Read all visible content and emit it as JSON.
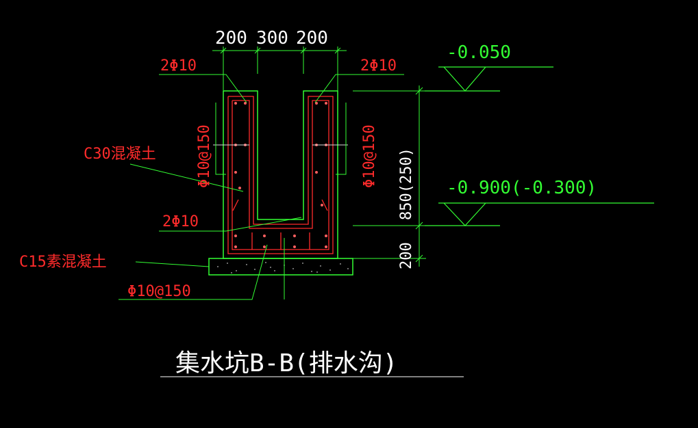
{
  "colors": {
    "background": "#000000",
    "dimension_text": "#ffffff",
    "rebar_label": "#ff2b2b",
    "elevation_text": "#33ff33",
    "leader_line": "#33ff33",
    "concrete_outline": "#33ff33",
    "rebar_outline": "#ff2b2b"
  },
  "dimensions": {
    "top_left": "200",
    "top_mid": "300",
    "top_right": "200",
    "vertical_upper": "850(250)",
    "vertical_lower": "200"
  },
  "elevations": {
    "top": "-0.050",
    "bottom": "-0.900(-0.300)"
  },
  "labels": {
    "top_left_rebar": "2Φ10",
    "top_right_rebar": "2Φ10",
    "left_wall_rebar": "Φ10@150",
    "right_wall_rebar": "Φ10@150",
    "concrete": "C30混凝土",
    "inner_rebar": "2Φ10",
    "cushion": "C15素混凝土",
    "bottom_rebar": "Φ10@150"
  },
  "title": "集水坑B-B(排水沟)"
}
